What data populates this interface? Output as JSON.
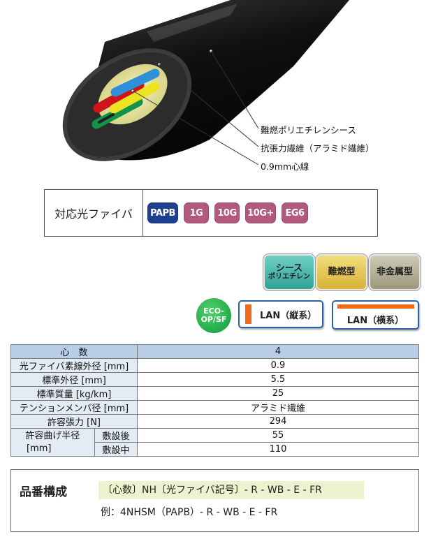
{
  "callouts": {
    "sheath": "難燃ポリエチレンシース",
    "tension": "抗張力繊維（アラミド繊維）",
    "core": "0.9mm心線"
  },
  "fiber_compat": {
    "label": "対応光ファイバ",
    "badges": [
      {
        "text": "PAPB",
        "color": "#1f3f8f"
      },
      {
        "text": "1G",
        "color": "#b25a7d"
      },
      {
        "text": "10G",
        "color": "#b25a7d"
      },
      {
        "text": "10G+",
        "color": "#b25a7d"
      },
      {
        "text": "EG6",
        "color": "#b25a7d"
      }
    ]
  },
  "features": {
    "sheath_line1": "シース",
    "sheath_line2": "ポリエチレン",
    "flame": "難燃型",
    "nonmetal": "非金属型",
    "eco_line1": "ECO-",
    "eco_line2": "OP/SF",
    "lan_vertical": "LAN（縦系）",
    "lan_horizontal": "LAN（横系）"
  },
  "spec": {
    "header_label": "心　数",
    "header_value": "4",
    "rows": [
      {
        "label": "光ファイバ素線外径 [mm]",
        "value": "0.9"
      },
      {
        "label": "標準外径 [mm]",
        "value": "5.5"
      },
      {
        "label": "標準質量 [kg/km]",
        "value": "25"
      },
      {
        "label": "テンションメンバ径 [mm]",
        "value": "アラミド繊維"
      },
      {
        "label": "許容張力 [N]",
        "value": "294"
      }
    ],
    "bend_label_line1": "許容曲げ半径",
    "bend_label_line2": "[mm]",
    "bend_after": "敷設後",
    "bend_after_value": "55",
    "bend_during": "敷設中",
    "bend_during_value": "110"
  },
  "product_code": {
    "title": "品番構成",
    "format": "〔心数〕NH〔光ファイバ記号〕- R - WB - E - FR",
    "example": "例：4NHSM（PAPB）- R - WB - E - FR"
  },
  "colors": {
    "cable_black": "#141414",
    "aramid_yellow": "#e8e6a8",
    "table_header": "#b8cde6",
    "table_label": "#e3ebf5",
    "highlight": "#eef3cf"
  }
}
